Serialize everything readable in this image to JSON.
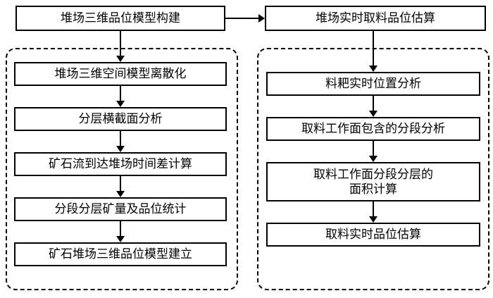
{
  "top": {
    "left_box": "堆场三维品位模型构建",
    "right_box": "堆场实时取料品位估算"
  },
  "left_steps": [
    "堆场三维空间模型离散化",
    "分层横截面分析",
    "矿石流到达堆场时间差计算",
    "分段分层矿量及品位统计",
    "矿石堆场三维品位模型建立"
  ],
  "right_steps": [
    "料耙实时位置分析",
    "取料工作面包含的分段分析",
    "取料工作面分段分层的\n面积计算",
    "取料实时品位估算"
  ],
  "colors": {
    "line": "#000000",
    "background": "#ffffff"
  }
}
